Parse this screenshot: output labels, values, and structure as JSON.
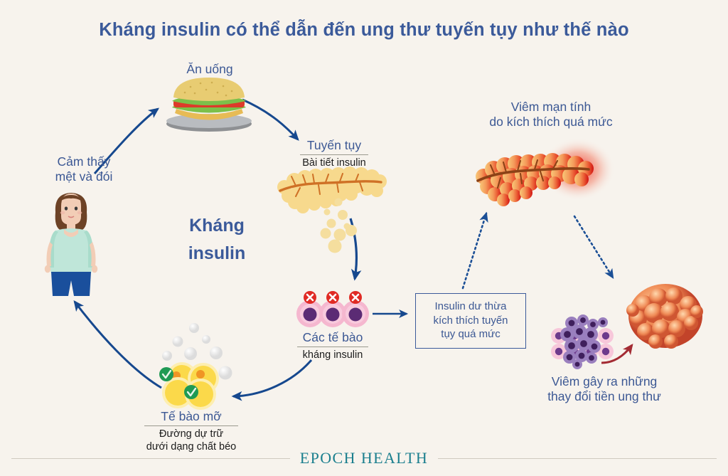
{
  "title": "Kháng insulin có thể dẫn đến ung thư tuyến tụy như thế nào",
  "center_label": {
    "line1": "Kháng",
    "line2": "insulin"
  },
  "nodes": {
    "eating": {
      "label": "Ăn uống",
      "icon": "burger-icon"
    },
    "tired_hungry": {
      "line1": "Cảm thấy",
      "line2": "mệt và đói",
      "icon": "woman-figure-icon"
    },
    "pancreas": {
      "label": "Tuyến tụy",
      "sub": "Bài tiết insulin",
      "icon": "pancreas-icon"
    },
    "resistant_cells": {
      "label": "Các tế bào",
      "sub": "kháng insulin",
      "icon": "resistant-cell-icon"
    },
    "fat_cells": {
      "label": "Tế bào mỡ",
      "sub_line1": "Đường dự trữ",
      "sub_line2": "dưới dạng chất béo",
      "icon": "fat-cell-icon"
    },
    "chronic_inflammation": {
      "line1": "Viêm mạn tính",
      "line2": "do kích thích quá mức",
      "icon": "inflamed-pancreas-icon"
    },
    "precancerous": {
      "line1": "Viêm gây ra những",
      "line2": "thay đổi tiền ung thư",
      "icon": "tumor-icon"
    }
  },
  "callout": {
    "line1": "Insulin dư thừa",
    "line2": "kích thích tuyến",
    "line3": "tụy quá mức"
  },
  "footer": {
    "brand": "EPOCH HEALTH"
  },
  "colors": {
    "background": "#f7f3ed",
    "title_blue": "#3b5a9a",
    "label_blue": "#3c5894",
    "arrow_blue": "#16488e",
    "sub_black": "#1b1b1b",
    "pancreas_yellow": "#f6d98a",
    "pancreas_duct": "#c9692a",
    "inflamed_red": "#e02020",
    "cell_pink": "#f3aec8",
    "cell_nucleus": "#5b2b74",
    "badge_red": "#e02a24",
    "badge_green": "#1f9a54",
    "fat_yellow": "#fbd94a",
    "tumor_orange": "#e8673a",
    "brand_teal": "#1b7f8e"
  }
}
